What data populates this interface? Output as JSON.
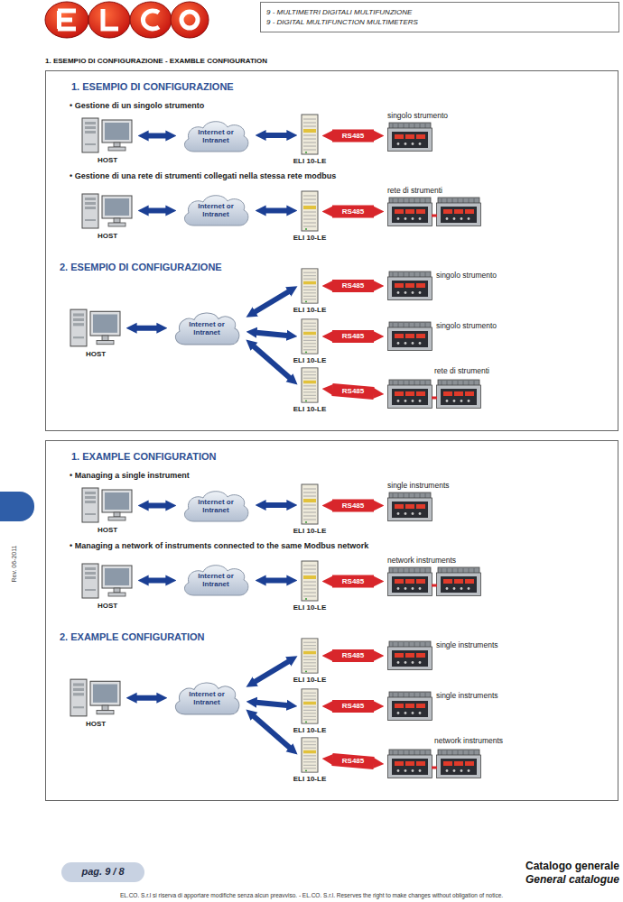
{
  "diagram": {
    "title": "1. ESEMPIO DI CONFIGURAZIONE - EXAMBLE CONFIGURATION",
    "nodes": [
      {
        "text": [
          "9 - MULTIMETRI DIGITALI MULTIFUNZIONE",
          "9 - DIGITAL MULTIFUNCTION MULTIMETERS"
        ]
      },
      {
        "text": [
          "1. ESEMPIO DI CONFIGURAZIONE",
          "• Gestione di un singolo strumento",
          "• Gestione di una rete di strumenti collegati nella stessa rete modbus",
          "2. ESEMPIO DI CONFIGURAZIONE"
        ]
      },
      {
        "text": [
          "HOST"
        ],
        "in": 1
      },
      {
        "text": [
          "Internet or Intranet"
        ],
        "in": 1
      },
      {
        "text": [
          "ELI 10-LE"
        ],
        "in": 1
      },
      {
        "text": [
          "singolo strumento"
        ],
        "in": 1
      },
      {
        "text": [
          "HOST"
        ],
        "in": 1
      },
      {
        "text": [
          "Internet or Intranet"
        ],
        "in": 1
      },
      {
        "text": [
          "ELI 10-LE"
        ],
        "in": 1
      },
      {
        "text": [
          "rete di strumenti"
        ],
        "in": 1
      },
      {
        "text": [
          "HOST"
        ],
        "in": 1
      },
      {
        "text": [
          "Internet or Intranet"
        ],
        "in": 1
      },
      {
        "text": [
          "ELI 10-LE"
        ],
        "in": 1
      },
      {
        "text": [
          "singolo strumento"
        ],
        "in": 1
      },
      {
        "text": [
          "ELI 10-LE"
        ],
        "in": 1
      },
      {
        "text": [
          "singolo strumento"
        ],
        "in": 1
      },
      {
        "text": [
          "ELI 10-LE"
        ],
        "in": 1
      },
      {
        "text": [
          "rete di strumenti"
        ],
        "in": 1
      },
      {
        "text": [
          "1. EXAMPLE CONFIGURATION",
          "• Managing a single instrument",
          "• Managing a network of instruments connected to the same Modbus network",
          "2. EXAMPLE CONFIGURATION"
        ]
      },
      {
        "text": [
          "HOST"
        ],
        "in": 18
      },
      {
        "text": [
          "Internet or Intranet"
        ],
        "in": 18
      },
      {
        "text": [
          "ELI 10-LE"
        ],
        "in": 18
      },
      {
        "text": [
          "single instruments"
        ],
        "in": 18
      },
      {
        "text": [
          "HOST"
        ],
        "in": 18
      },
      {
        "text": [
          "Internet or Intranet"
        ],
        "in": 18
      },
      {
        "text": [
          "ELI 10-LE"
        ],
        "in": 18
      },
      {
        "text": [
          "network instruments"
        ],
        "in": 18
      },
      {
        "text": [
          "HOST"
        ],
        "in": 18
      },
      {
        "text": [
          "Internet or Intranet"
        ],
        "in": 18
      },
      {
        "text": [
          "ELI 10-LE"
        ],
        "in": 18
      },
      {
        "text": [
          "single instruments"
        ],
        "in": 18
      },
      {
        "text": [
          "ELI 10-LE"
        ],
        "in": 18
      },
      {
        "text": [
          "single instruments"
        ],
        "in": 18
      },
      {
        "text": [
          "ELI 10-LE"
        ],
        "in": 18
      },
      {
        "text": [
          "network instruments"
        ],
        "in": 18
      },
      {
        "text": [
          "pag. 9 / 8"
        ]
      }
    ],
    "edges": [
      {
        "from": 2,
        "to": 3,
        "arrow": "both"
      },
      {
        "from": 3,
        "to": 4,
        "arrow": "both"
      },
      {
        "from": 4,
        "to": 5,
        "label": "RS485",
        "arrow": "both"
      },
      {
        "from": 6,
        "to": 7,
        "arrow": "both"
      },
      {
        "from": 7,
        "to": 8,
        "arrow": "both"
      },
      {
        "from": 8,
        "to": 9,
        "label": "RS485",
        "arrow": "both"
      },
      {
        "from": 10,
        "to": 11,
        "arrow": "both"
      },
      {
        "from": 11,
        "to": 12,
        "arrow": "both"
      },
      {
        "from": 11,
        "to": 14,
        "arrow": "both"
      },
      {
        "from": 11,
        "to": 16,
        "arrow": "both"
      },
      {
        "from": 12,
        "to": 13,
        "label": "RS485",
        "arrow": "both"
      },
      {
        "from": 14,
        "to": 15,
        "label": "RS485",
        "arrow": "both"
      },
      {
        "from": 16,
        "to": 17,
        "label": "RS485",
        "arrow": "both"
      },
      {
        "from": 19,
        "to": 20,
        "arrow": "both"
      },
      {
        "from": 20,
        "to": 21,
        "arrow": "both"
      },
      {
        "from": 21,
        "to": 22,
        "label": "RS485",
        "arrow": "both"
      },
      {
        "from": 23,
        "to": 24,
        "arrow": "both"
      },
      {
        "from": 24,
        "to": 25,
        "arrow": "both"
      },
      {
        "from": 25,
        "to": 26,
        "label": "RS485",
        "arrow": "both"
      },
      {
        "from": 27,
        "to": 28,
        "arrow": "both"
      },
      {
        "from": 28,
        "to": 29,
        "arrow": "both"
      },
      {
        "from": 28,
        "to": 31,
        "arrow": "both"
      },
      {
        "from": 28,
        "to": 33,
        "arrow": "both"
      },
      {
        "from": 29,
        "to": 30,
        "label": "RS485",
        "arrow": "both"
      },
      {
        "from": 31,
        "to": 32,
        "label": "RS485",
        "arrow": "both"
      },
      {
        "from": 33,
        "to": 34,
        "label": "RS485",
        "arrow": "both"
      }
    ],
    "labels": [
      "Rev. 06-2011",
      "Catalogo generale",
      "General catalogue",
      "EL.CO. S.r.l si riserva di apportare modifiche senza alcun preavviso. - EL.CO. S.r.l. Reserves the right to make changes without obligation of notice."
    ]
  }
}
